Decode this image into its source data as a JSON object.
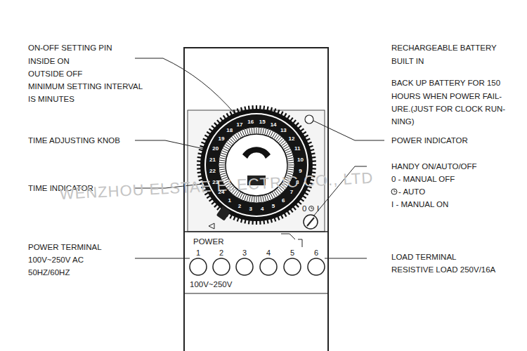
{
  "diagram": {
    "labels": [
      "ON-OFF SETTING PIN",
      "INSIDE ON",
      "OUTSIDE OFF",
      "MINIMUM SETTING INTERVAL",
      "IS MINUTES",
      "TIME ADJUSTING KNOB",
      "TIME INDICATOR",
      "POWER TERMINAL",
      "100V~250V AC",
      "50HZ/60HZ",
      "RECHARGEABLE BATTERY",
      "BUILT IN",
      "BACK UP BATTERY FOR 150",
      "HOURS WHEN POWER FAIL-",
      "URE.(JUST FOR CLOCK RUN-",
      "NING)",
      "POWER INDICATOR",
      "HANDY ON/AUTO/OFF",
      "0 - MANUAL OFF",
      "- AUTO",
      "I - MANUAL ON",
      "LOAD TERMINAL",
      "RESISTIVE LOAD 250V/16A",
      "POWER",
      "1",
      "2",
      "3",
      "4",
      "5",
      "6",
      "100V~250V",
      "0",
      "I",
      "WENZHOU ELSTAE ELECTRIC CO., LTD",
      "1",
      "2",
      "3",
      "4",
      "5",
      "6",
      "7",
      "8",
      "9",
      "10",
      "11",
      "12",
      "13",
      "14",
      "15",
      "16",
      "17",
      "18",
      "19",
      "20",
      "21",
      "22",
      "23",
      "24"
    ]
  }
}
